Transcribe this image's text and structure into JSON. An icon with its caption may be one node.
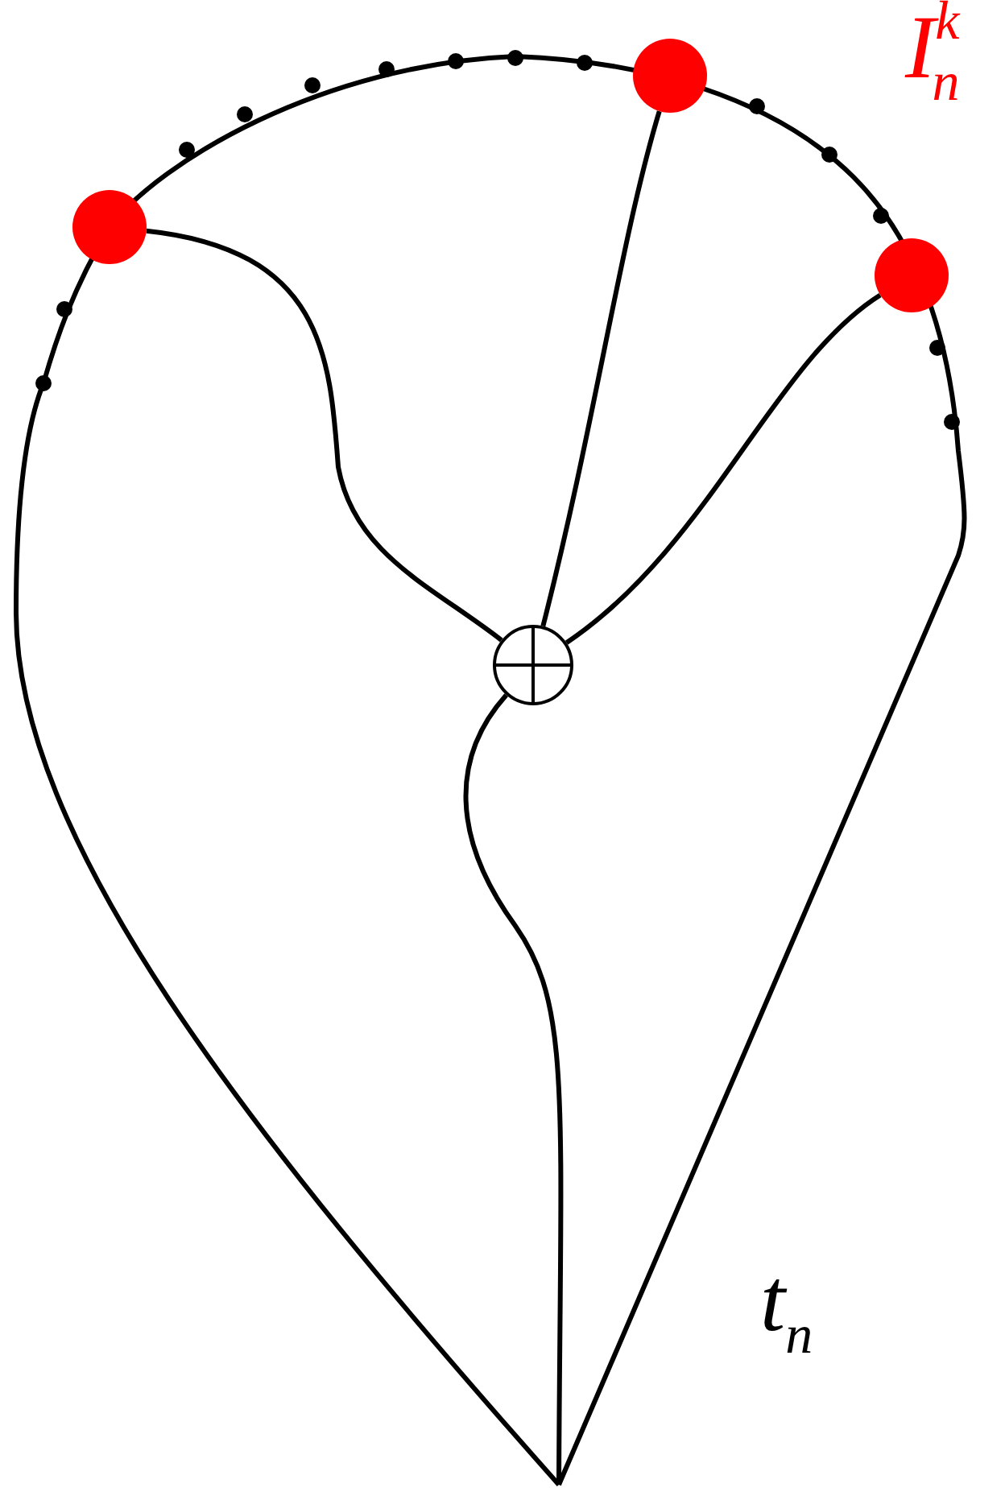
{
  "diagram": {
    "nodes": [
      {
        "text": [],
        "shape": "circle"
      },
      {
        "text": [],
        "shape": "circle"
      },
      {
        "text": [],
        "shape": "circle"
      },
      {
        "text": [],
        "shape": "circle"
      }
    ],
    "edges": [
      {
        "from": 0,
        "to": 3,
        "arrow": "none"
      },
      {
        "from": 1,
        "to": 3,
        "arrow": "none"
      },
      {
        "from": 2,
        "to": 3,
        "arrow": "none"
      },
      {
        "from": 3,
        "to": null,
        "arrow": "none"
      }
    ],
    "labels": [
      "I$^{k}$$_{n}$",
      "t$_{n}$"
    ]
  }
}
